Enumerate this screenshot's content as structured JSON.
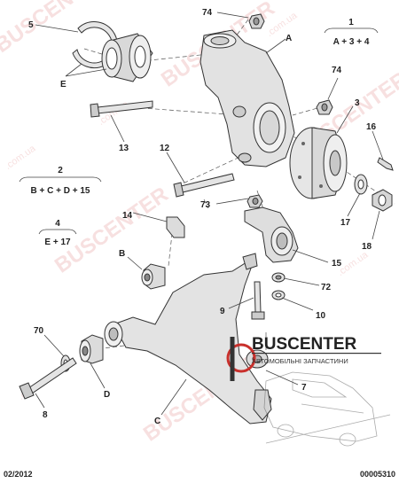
{
  "watermark": {
    "main": "BUSCENTER",
    "sub": ".com.ua"
  },
  "legend": [
    {
      "number": "1",
      "formula": "A + 3 + 4"
    },
    {
      "number": "2",
      "formula": "B + C + D + 15"
    },
    {
      "number": "4",
      "formula": "E + 17"
    }
  ],
  "callouts": {
    "c5": "5",
    "cE": "E",
    "c74a": "74",
    "cA": "A",
    "c74b": "74",
    "c3": "3",
    "c13": "13",
    "c16": "16",
    "c12": "12",
    "c73": "73",
    "c17": "17",
    "c18": "18",
    "c14": "14",
    "cB": "B",
    "c15": "15",
    "c72": "72",
    "c9": "9",
    "c10": "10",
    "c70": "70",
    "cD": "D",
    "c8": "8",
    "cC": "C",
    "c7": "7"
  },
  "logo": {
    "name": "BUSCENTER",
    "tagline": "АВТОМОБІЛЬНІ ЗАПЧАСТИНИ",
    "colors": {
      "red": "#c9302c",
      "dark": "#222222"
    }
  },
  "footer": {
    "date": "02/2012",
    "code": "00005310"
  },
  "colors": {
    "part_fill": "#ececec",
    "part_shade": "#d2d2d2",
    "line": "#333333",
    "watermark": "#e9a8a8"
  }
}
